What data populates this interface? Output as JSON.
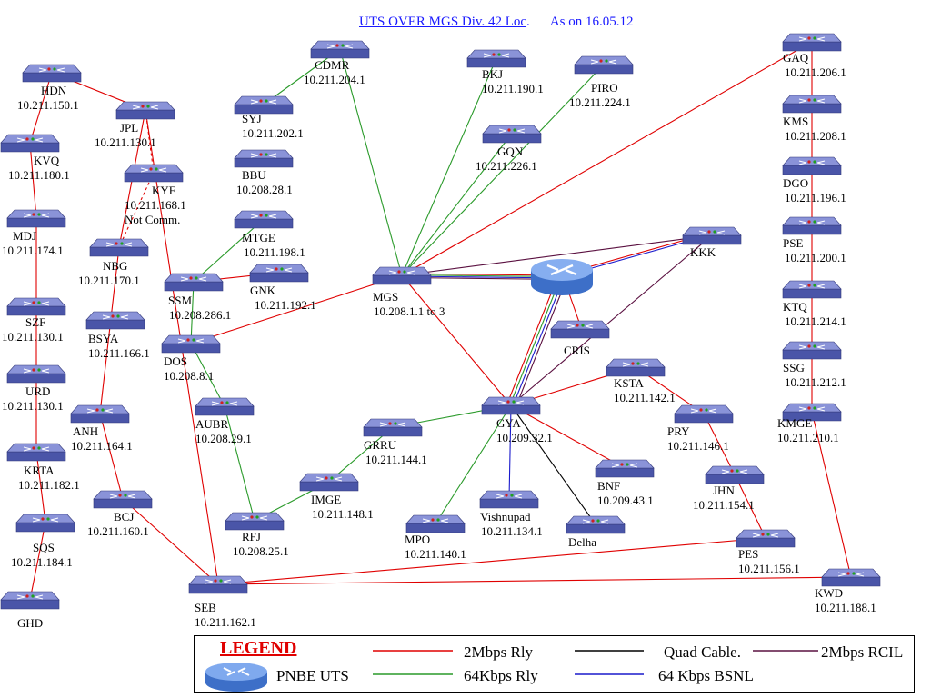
{
  "title": {
    "main": "UTS OVER MGS Div. 42 Loc",
    "dot": ".",
    "date": "As on 16.05.12"
  },
  "colors": {
    "red": "#e00000",
    "green": "#2a9a2a",
    "black": "#000000",
    "blue": "#1a1acc",
    "purple": "#5a1040",
    "node_top": "#8a93d8",
    "node_side": "#4a55a8"
  },
  "nodes": [
    {
      "id": "HDN",
      "name": "HDN",
      "ip": "10.211.150.1"
    },
    {
      "id": "KVQ",
      "name": "KVQ",
      "ip": "10.211.180.1"
    },
    {
      "id": "MDJ",
      "name": "MDJ",
      "ip": "10.211.174.1"
    },
    {
      "id": "SZF",
      "name": "SZF",
      "ip": "10.211.130.1"
    },
    {
      "id": "URD",
      "name": "URD",
      "ip": "10.211.130.1"
    },
    {
      "id": "KRTA",
      "name": "KRTA",
      "ip": "10.211.182.1"
    },
    {
      "id": "SQS",
      "name": "SQS",
      "ip": "10.211.184.1"
    },
    {
      "id": "GHD",
      "name": "GHD",
      "ip": ""
    },
    {
      "id": "JPL",
      "name": "JPL",
      "ip": "10.211.130.1"
    },
    {
      "id": "KYF",
      "name": "KYF",
      "ip": "10.211.168.1",
      "note": "Not Comm."
    },
    {
      "id": "NBG",
      "name": "NBG",
      "ip": "10.211.170.1"
    },
    {
      "id": "BSYA",
      "name": "BSYA",
      "ip": "10.211.166.1"
    },
    {
      "id": "ANH",
      "name": "ANH",
      "ip": "10.211.164.1"
    },
    {
      "id": "BCJ",
      "name": "BCJ",
      "ip": "10.211.160.1"
    },
    {
      "id": "SEB",
      "name": "SEB",
      "ip": "10.211.162.1"
    },
    {
      "id": "CDMR",
      "name": "CDMR",
      "ip": "10.211.204.1"
    },
    {
      "id": "SYJ",
      "name": "SYJ",
      "ip": "10.211.202.1"
    },
    {
      "id": "BBU",
      "name": "BBU",
      "ip": "10.208.28.1"
    },
    {
      "id": "MTGE",
      "name": "MTGE",
      "ip": "10.211.198.1"
    },
    {
      "id": "SSM",
      "name": "SSM",
      "ip": "10.208.286.1"
    },
    {
      "id": "GNK",
      "name": "GNK",
      "ip": "10.211.192.1"
    },
    {
      "id": "DOS",
      "name": "DOS",
      "ip": "10.208.8.1"
    },
    {
      "id": "AUBR",
      "name": "AUBR",
      "ip": "10.208.29.1"
    },
    {
      "id": "RFJ",
      "name": "RFJ",
      "ip": "10.208.25.1"
    },
    {
      "id": "IMGE",
      "name": "IMGE",
      "ip": "10.211.148.1"
    },
    {
      "id": "GRRU",
      "name": "GRRU",
      "ip": "10.211.144.1"
    },
    {
      "id": "MGS",
      "name": "MGS",
      "ip": "10.208.1.1 to 3"
    },
    {
      "id": "BKJ",
      "name": "BKJ",
      "ip": "10.211.190.1"
    },
    {
      "id": "PIRO",
      "name": "PIRO",
      "ip": "10.211.224.1"
    },
    {
      "id": "GQN",
      "name": "GQN",
      "ip": "10.211.226.1"
    },
    {
      "id": "CRIS",
      "name": "CRIS",
      "ip": ""
    },
    {
      "id": "KKK",
      "name": "KKK",
      "ip": ""
    },
    {
      "id": "GYA",
      "name": "GYA",
      "ip": "10.209.32.1"
    },
    {
      "id": "MPO",
      "name": "MPO",
      "ip": "10.211.140.1"
    },
    {
      "id": "VISH",
      "name": "Vishnupad",
      "ip": "10.211.134.1"
    },
    {
      "id": "DELHA",
      "name": "Delha",
      "ip": ""
    },
    {
      "id": "BNF",
      "name": "BNF",
      "ip": "10.209.43.1"
    },
    {
      "id": "KSTA",
      "name": "KSTA",
      "ip": "10.211.142.1"
    },
    {
      "id": "PRY",
      "name": "PRY",
      "ip": "10.211.146.1"
    },
    {
      "id": "JHN",
      "name": "JHN",
      "ip": "10.211.154.1"
    },
    {
      "id": "PES",
      "name": "PES",
      "ip": "10.211.156.1"
    },
    {
      "id": "KWD",
      "name": "KWD",
      "ip": "10.211.188.1"
    },
    {
      "id": "GAQ",
      "name": "GAQ",
      "ip": "10.211.206.1"
    },
    {
      "id": "KMS",
      "name": "KMS",
      "ip": "10.211.208.1"
    },
    {
      "id": "DGO",
      "name": "DGO",
      "ip": "10.211.196.1"
    },
    {
      "id": "PSE",
      "name": "PSE",
      "ip": "10.211.200.1"
    },
    {
      "id": "KTQ",
      "name": "KTQ",
      "ip": "10.211.214.1"
    },
    {
      "id": "SSG",
      "name": "SSG",
      "ip": "10.211.212.1"
    },
    {
      "id": "KMGE",
      "name": "KMGE",
      "ip": "10.211.210.1"
    }
  ],
  "links": [
    {
      "from": "HDN",
      "to": "JPL",
      "type": "2Mbps Rly"
    },
    {
      "from": "HDN",
      "to": "KVQ",
      "type": "2Mbps Rly"
    },
    {
      "from": "KVQ",
      "to": "MDJ",
      "type": "2Mbps Rly"
    },
    {
      "from": "MDJ",
      "to": "SZF",
      "type": "2Mbps Rly"
    },
    {
      "from": "SZF",
      "to": "URD",
      "type": "2Mbps Rly"
    },
    {
      "from": "URD",
      "to": "KRTA",
      "type": "2Mbps Rly"
    },
    {
      "from": "KRTA",
      "to": "SQS",
      "type": "2Mbps Rly"
    },
    {
      "from": "SQS",
      "to": "GHD",
      "type": "2Mbps Rly"
    },
    {
      "from": "JPL",
      "to": "KYF",
      "type": "2Mbps Rly",
      "status": "Not Comm."
    },
    {
      "from": "KYF",
      "to": "NBG",
      "type": "2Mbps Rly",
      "status": "Not Comm."
    },
    {
      "from": "JPL",
      "to": "NBG",
      "type": "2Mbps Rly"
    },
    {
      "from": "NBG",
      "to": "ANH",
      "type": "2Mbps Rly"
    },
    {
      "from": "ANH",
      "to": "BCJ",
      "type": "2Mbps Rly"
    },
    {
      "from": "BCJ",
      "to": "SEB",
      "type": "2Mbps Rly"
    },
    {
      "from": "JPL",
      "to": "SEB",
      "type": "2Mbps Rly"
    },
    {
      "from": "CDMR",
      "to": "SYJ",
      "type": "64Kbps Rly"
    },
    {
      "from": "CDMR",
      "to": "MGS",
      "type": "64Kbps Rly"
    },
    {
      "from": "MTGE",
      "to": "SSM",
      "type": "64Kbps Rly"
    },
    {
      "from": "GNK",
      "to": "SSM",
      "type": "2Mbps Rly"
    },
    {
      "from": "SSM",
      "to": "DOS",
      "type": "64Kbps Rly"
    },
    {
      "from": "DOS",
      "to": "MGS",
      "type": "2Mbps Rly"
    },
    {
      "from": "DOS",
      "to": "AUBR",
      "type": "64Kbps Rly"
    },
    {
      "from": "AUBR",
      "to": "RFJ",
      "type": "64Kbps Rly"
    },
    {
      "from": "RFJ",
      "to": "IMGE",
      "type": "64Kbps Rly"
    },
    {
      "from": "IMGE",
      "to": "GRRU",
      "type": "64Kbps Rly"
    },
    {
      "from": "GRRU",
      "to": "GYA",
      "type": "64Kbps Rly"
    },
    {
      "from": "BKJ",
      "to": "MGS",
      "type": "64Kbps Rly"
    },
    {
      "from": "PIRO",
      "to": "MGS",
      "type": "64Kbps Rly"
    },
    {
      "from": "GQN",
      "to": "MGS",
      "type": "64Kbps Rly"
    },
    {
      "from": "GAQ",
      "to": "MGS",
      "type": "2Mbps Rly"
    },
    {
      "from": "MGS",
      "to": "KKK",
      "type": "2Mbps RCIL"
    },
    {
      "from": "MGS",
      "to": "GYA",
      "type": "2Mbps Rly"
    },
    {
      "from": "GYA",
      "to": "KKK",
      "type": "2Mbps RCIL"
    },
    {
      "from": "GYA",
      "to": "MPO",
      "type": "64Kbps Rly"
    },
    {
      "from": "GYA",
      "to": "VISH",
      "type": "64 Kbps BSNL"
    },
    {
      "from": "GYA",
      "to": "DELHA",
      "type": "Quad Cable."
    },
    {
      "from": "GYA",
      "to": "BNF",
      "type": "2Mbps Rly"
    },
    {
      "from": "GYA",
      "to": "KSTA",
      "type": "2Mbps Rly"
    },
    {
      "from": "KSTA",
      "to": "PRY",
      "type": "2Mbps Rly"
    },
    {
      "from": "PRY",
      "to": "JHN",
      "type": "2Mbps Rly"
    },
    {
      "from": "JHN",
      "to": "PES",
      "type": "2Mbps Rly"
    },
    {
      "from": "PES",
      "to": "SEB",
      "type": "2Mbps Rly"
    },
    {
      "from": "KWD",
      "to": "SEB",
      "type": "2Mbps Rly"
    },
    {
      "from": "GAQ",
      "to": "KMGE",
      "type": "2Mbps Rly"
    },
    {
      "from": "KMGE",
      "to": "KWD",
      "type": "2Mbps Rly"
    }
  ],
  "legend": {
    "title": "LEGEND",
    "items": [
      {
        "label": "2Mbps Rly",
        "color": "#e00000"
      },
      {
        "label": "Quad Cable.",
        "color": "#000000"
      },
      {
        "label": "2Mbps RCIL",
        "color": "#5a1040"
      },
      {
        "label": "64Kbps Rly",
        "color": "#2a9a2a"
      },
      {
        "label": "64 Kbps BSNL",
        "color": "#1a1acc"
      }
    ],
    "icon_label": "PNBE UTS"
  }
}
